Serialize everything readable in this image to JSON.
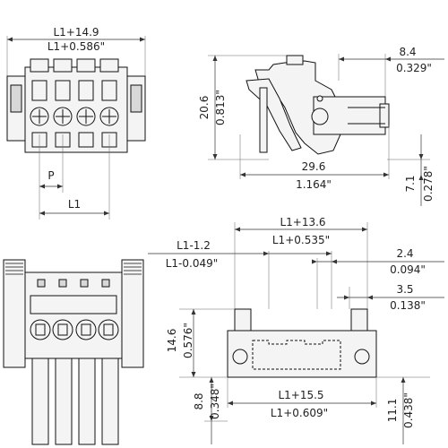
{
  "views": {
    "front": {
      "overall_width_mm": "L1+14.9",
      "overall_width_in": "L1+0.586\"",
      "pitch_label": "P",
      "pitch_span_label": "L1"
    },
    "side": {
      "depth_mm": "8.4",
      "depth_in": "0.329\"",
      "height_mm": "20.6",
      "height_in": "0.813\"",
      "length_mm": "29.6",
      "length_in": "1.164\"",
      "offset_mm": "7.1",
      "offset_in": "0.278\""
    },
    "pcb": {
      "top_mm": "L1+13.6",
      "top_in": "L1+0.535\"",
      "left_mm": "L1-1.2",
      "left_in": "L1-0.049\"",
      "r1_mm": "2.4",
      "r1_in": "0.094\"",
      "r2_mm": "3.5",
      "r2_in": "0.138\"",
      "height_mm": "14.6",
      "height_in": "0.576\"",
      "lower_mm": "8.8",
      "lower_in": "0.348\"",
      "bottom_mm": "L1+15.5",
      "bottom_in": "L1+0.609\"",
      "right_mm": "11.1",
      "right_in": "0.438\""
    }
  }
}
